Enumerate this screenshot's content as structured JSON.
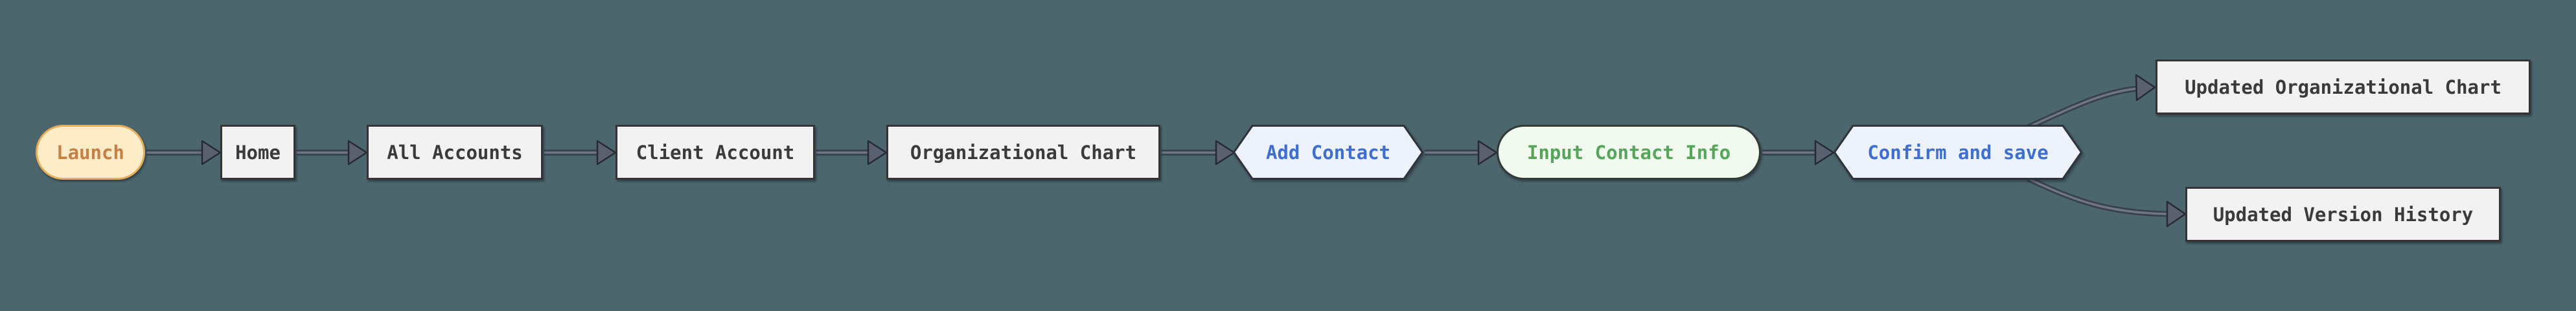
{
  "diagram": {
    "kind": "flowchart-left-to-right",
    "background_color": "#4c666e",
    "edge_color": "#39404d",
    "arrowhead_color": "#596170",
    "nodes": [
      {
        "id": "launch",
        "label": "Launch",
        "shape": "stadium",
        "fill": "#fdecc8",
        "border": "#e9ad58",
        "text_color": "#c87f46"
      },
      {
        "id": "home",
        "label": "Home",
        "shape": "rect",
        "fill": "#f2f2f2",
        "border": "#343434",
        "text_color": "#3a3a3a"
      },
      {
        "id": "all-accounts",
        "label": "All Accounts",
        "shape": "rect",
        "fill": "#f2f2f2",
        "border": "#343434",
        "text_color": "#3a3a3a"
      },
      {
        "id": "client-account",
        "label": "Client Account",
        "shape": "rect",
        "fill": "#f2f2f2",
        "border": "#343434",
        "text_color": "#3a3a3a"
      },
      {
        "id": "organizational-chart",
        "label": "Organizational Chart",
        "shape": "rect",
        "fill": "#f2f2f2",
        "border": "#343434",
        "text_color": "#3a3a3a"
      },
      {
        "id": "add-contact",
        "label": "Add Contact",
        "shape": "hexagon",
        "fill": "#eef3fb",
        "border": "#2f333b",
        "text_color": "#3d6ed0"
      },
      {
        "id": "input-contact-info",
        "label": "Input Contact Info",
        "shape": "stadium",
        "fill": "#f2faf0",
        "border": "#323a36",
        "text_color": "#55a55a"
      },
      {
        "id": "confirm-and-save",
        "label": "Confirm and save",
        "shape": "hexagon",
        "fill": "#eef3fb",
        "border": "#2f333b",
        "text_color": "#3d6ed0"
      },
      {
        "id": "updated-org-chart",
        "label": "Updated Organizational Chart",
        "shape": "rect",
        "fill": "#f2f2f2",
        "border": "#343434",
        "text_color": "#3a3a3a"
      },
      {
        "id": "updated-version-history",
        "label": "Updated Version History",
        "shape": "rect",
        "fill": "#f2f2f2",
        "border": "#343434",
        "text_color": "#3a3a3a"
      }
    ],
    "edges": [
      {
        "from": "launch",
        "to": "home"
      },
      {
        "from": "home",
        "to": "all-accounts"
      },
      {
        "from": "all-accounts",
        "to": "client-account"
      },
      {
        "from": "client-account",
        "to": "organizational-chart"
      },
      {
        "from": "organizational-chart",
        "to": "add-contact"
      },
      {
        "from": "add-contact",
        "to": "input-contact-info"
      },
      {
        "from": "input-contact-info",
        "to": "confirm-and-save"
      },
      {
        "from": "confirm-and-save",
        "to": "updated-org-chart"
      },
      {
        "from": "confirm-and-save",
        "to": "updated-version-history"
      }
    ]
  }
}
